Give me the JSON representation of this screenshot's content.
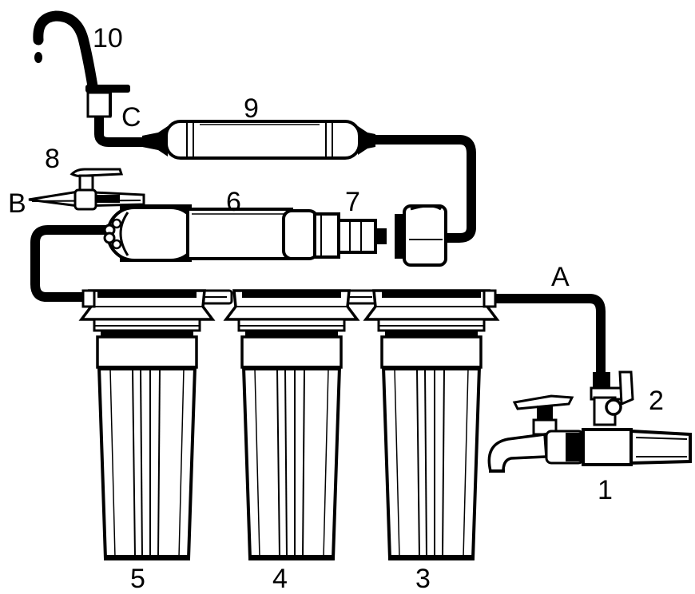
{
  "labels": {
    "faucet_number": "10",
    "post_filter_number": "9",
    "tank_valve_number": "8",
    "membrane_number": "6",
    "flow_restrictor_number": "7",
    "inlet_valve_number": "2",
    "feed_connector_number": "1",
    "stage_5_number": "5",
    "stage_4_number": "4",
    "stage_3_number": "3",
    "line_a": "A",
    "line_b": "B",
    "line_c": "C"
  },
  "colors": {
    "ink": "#000000",
    "paper": "#ffffff"
  }
}
